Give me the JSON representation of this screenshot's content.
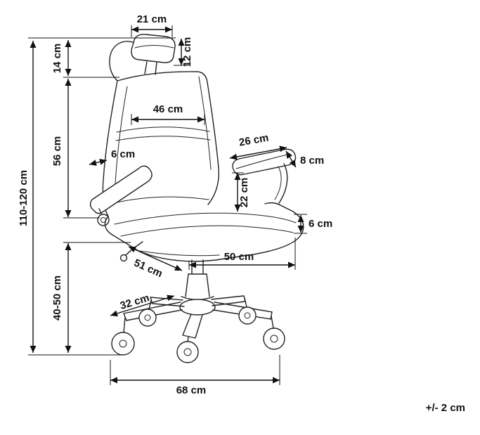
{
  "diagram": {
    "unit": "cm",
    "tolerance": "+/- 2 cm",
    "dimensions": {
      "total_height": "110-120 cm",
      "headrest_width": "21 cm",
      "headrest_height": "12 cm",
      "headrest_offset": "14 cm",
      "backrest_width": "46 cm",
      "backrest_height": "56 cm",
      "backrest_thickness": "6 cm",
      "armrest_length": "26 cm",
      "armrest_pad_width": "8 cm",
      "armrest_height": "22 cm",
      "seat_thickness": "6 cm",
      "seat_depth": "51 cm",
      "seat_width": "50 cm",
      "seat_height": "40-50 cm",
      "base_leg_length": "32 cm",
      "base_width": "68 cm"
    }
  }
}
